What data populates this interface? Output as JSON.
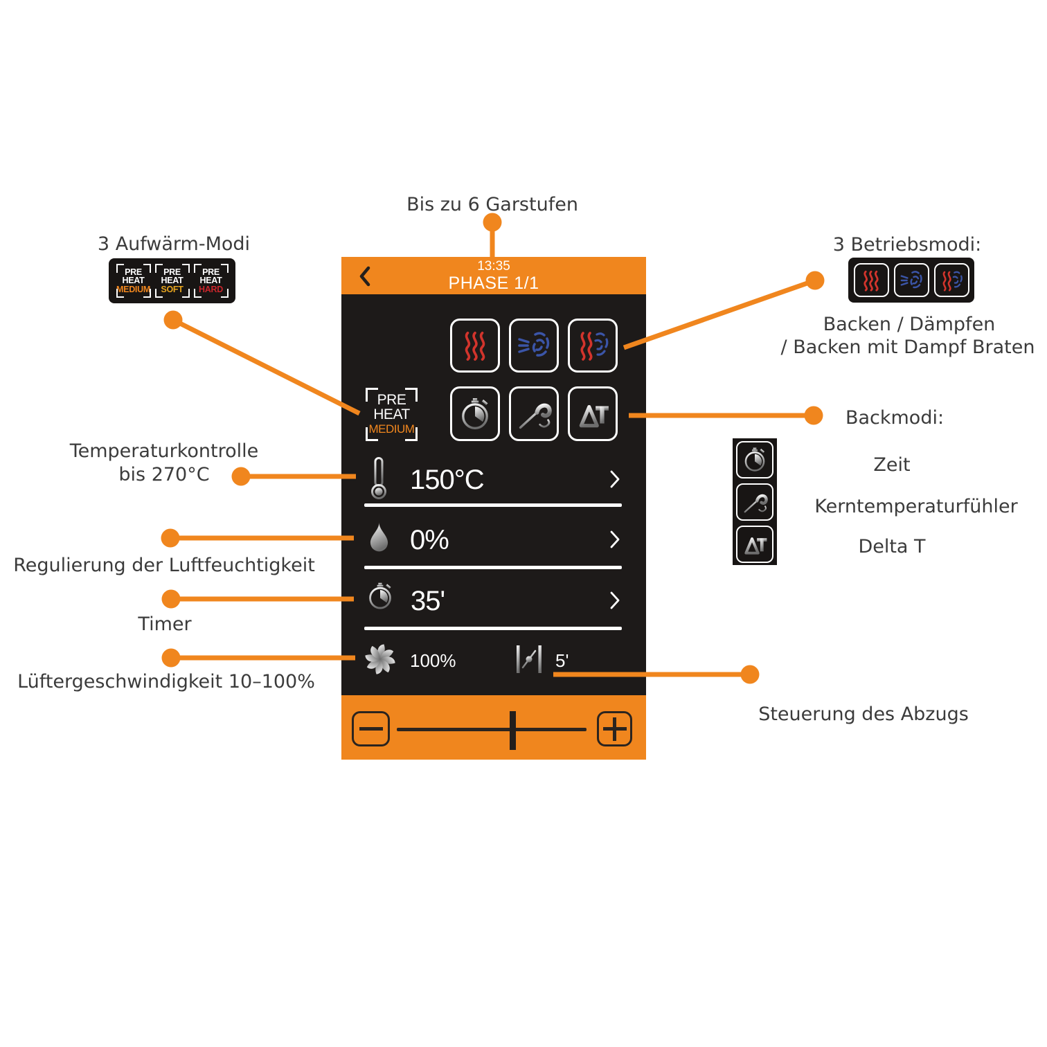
{
  "colors": {
    "accent_orange": "#F0861E",
    "heat_red": "#D2342C",
    "steam_blue": "#3B55A8",
    "soft_yellow": "#E8A51E",
    "hard_red": "#C9252B",
    "panel_black": "#1D1A19",
    "annotation_text": "#3B3B3B"
  },
  "annotations": {
    "garstufen": {
      "label": "Bis zu 6 Garstufen"
    },
    "aufwaerm": {
      "title": "3 Aufwärm-Modi",
      "cells": [
        {
          "line1": "PRE",
          "line2": "HEAT",
          "mode": "MEDIUM"
        },
        {
          "line1": "PRE",
          "line2": "HEAT",
          "mode": "SOFT"
        },
        {
          "line1": "PRE",
          "line2": "HEAT",
          "mode": "HARD"
        }
      ]
    },
    "betriebsmodi": {
      "title": "3 Betriebsmodi:",
      "caption1": "Backen / Dämpfen",
      "caption2": "/ Backen mit Dampf Braten"
    },
    "backmodi": {
      "title": "Backmodi:",
      "zeit": "Zeit",
      "kern": "Kerntemperaturfühler",
      "delta": "Delta T"
    },
    "temperatur": {
      "line1": "Temperaturkontrolle",
      "line2": "bis 270°C"
    },
    "luftfeuchtigkeit": {
      "label": "Regulierung der Luftfeuchtigkeit"
    },
    "timer": {
      "label": "Timer"
    },
    "luefter": {
      "label": "Lüftergeschwindigkeit 10–100%"
    },
    "abzug": {
      "label": "Steuerung des Abzugs"
    }
  },
  "display": {
    "header": {
      "time": "13:35",
      "phase": "PHASE 1/1"
    },
    "preheat_badge": {
      "line1": "PRE",
      "line2": "HEAT",
      "mode": "MEDIUM"
    },
    "temperature": {
      "value": "150°C"
    },
    "humidity": {
      "value": "0%"
    },
    "timer": {
      "value": "35'"
    },
    "fan": {
      "value": "100%"
    },
    "vent": {
      "value": "5'"
    }
  }
}
